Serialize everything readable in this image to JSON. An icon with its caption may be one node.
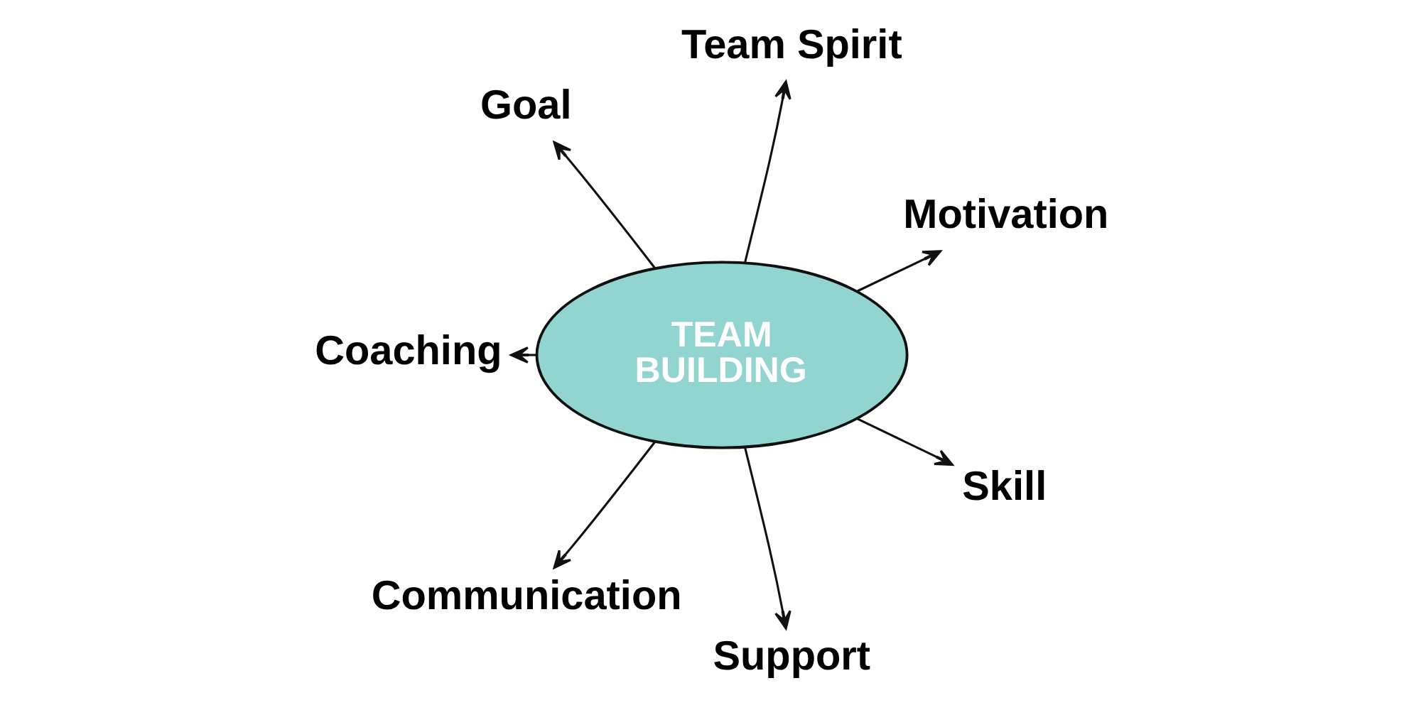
{
  "diagram": {
    "nodes": [
      {
        "text": [
          "TEAM BUILDING"
        ]
      },
      {
        "text": [
          "Goal"
        ]
      },
      {
        "text": [
          "Team Spirit"
        ]
      },
      {
        "text": [
          "Motivation"
        ]
      },
      {
        "text": [
          "Skill"
        ]
      },
      {
        "text": [
          "Support"
        ]
      },
      {
        "text": [
          "Communication"
        ]
      },
      {
        "text": [
          "Coaching"
        ]
      }
    ],
    "edges": [
      {
        "from": 0,
        "to": 1,
        "arrow": "to"
      },
      {
        "from": 0,
        "to": 2,
        "arrow": "to"
      },
      {
        "from": 0,
        "to": 3,
        "arrow": "to"
      },
      {
        "from": 0,
        "to": 4,
        "arrow": "to"
      },
      {
        "from": 0,
        "to": 5,
        "arrow": "to"
      },
      {
        "from": 0,
        "to": 6,
        "arrow": "to"
      },
      {
        "from": 0,
        "to": 7,
        "arrow": "to"
      }
    ]
  }
}
